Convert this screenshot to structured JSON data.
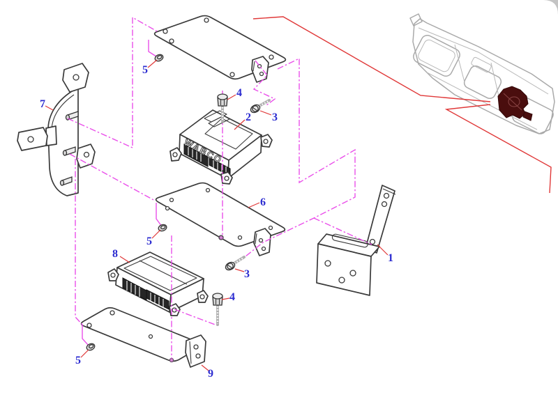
{
  "diagram": {
    "background": "#ffffff",
    "brand_label": "WABCO",
    "callouts": [
      {
        "label": "1"
      },
      {
        "label": "2"
      },
      {
        "label": "3"
      },
      {
        "label": "4"
      },
      {
        "label": "5"
      },
      {
        "label": "6"
      },
      {
        "label": "7"
      },
      {
        "label": "8"
      },
      {
        "label": "9"
      },
      {
        "label": "3"
      },
      {
        "label": "4"
      },
      {
        "label": "5"
      },
      {
        "label": "5"
      }
    ],
    "colors": {
      "callout_number": "#2b2bd0",
      "leader_line": "#e03838",
      "assembly_axis": "#ea4fea",
      "part_outline": "#3a3a3a",
      "vehicle_outline": "#a9a9a9",
      "location_highlight": "#4a0e0e"
    }
  }
}
